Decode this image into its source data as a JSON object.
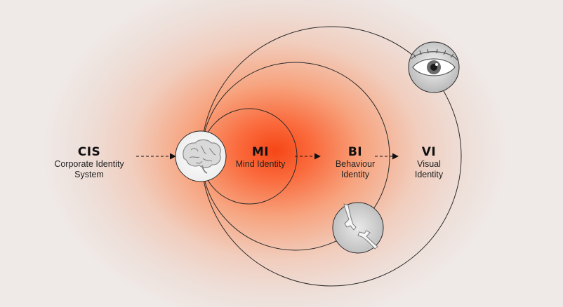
{
  "nodes": {
    "cis": {
      "title": "CIS",
      "subtitle_line1": "Corporate Identity",
      "subtitle_line2": "System"
    },
    "mi": {
      "title": "MI",
      "subtitle_line1": "Mind Identity"
    },
    "bi": {
      "title": "BI",
      "subtitle_line1": "Behaviour",
      "subtitle_line2": "Identity"
    },
    "vi": {
      "title": "VI",
      "subtitle_line1": "Visual",
      "subtitle_line2": "Identity"
    }
  },
  "icons": [
    "brain-icon",
    "eye-icon",
    "hands-reaching-icon"
  ],
  "colors": {
    "background": "#efe9e7",
    "glow_center": "#f64616",
    "line": "#2a2a2a",
    "text": "#222222"
  }
}
